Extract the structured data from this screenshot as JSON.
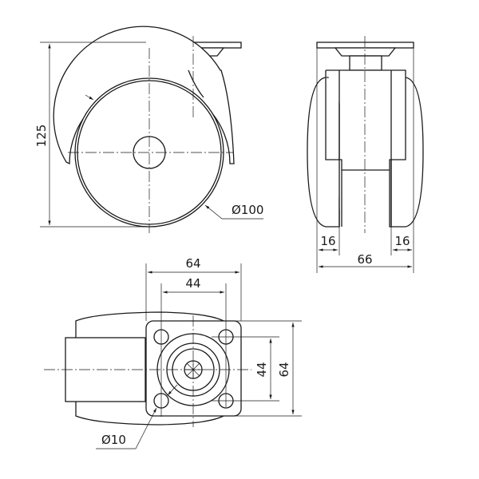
{
  "drawing": {
    "side_view": {
      "height_label": "125",
      "wheel_diameter_label": "Ø100"
    },
    "front_view": {
      "left_tread_label": "16",
      "right_tread_label": "16",
      "overall_width_label": "66"
    },
    "top_view": {
      "plate_width_label": "64",
      "hole_spacing_width_label": "44",
      "hole_spacing_height_label": "44",
      "plate_height_label": "64",
      "hole_diameter_label": "Ø10"
    }
  }
}
